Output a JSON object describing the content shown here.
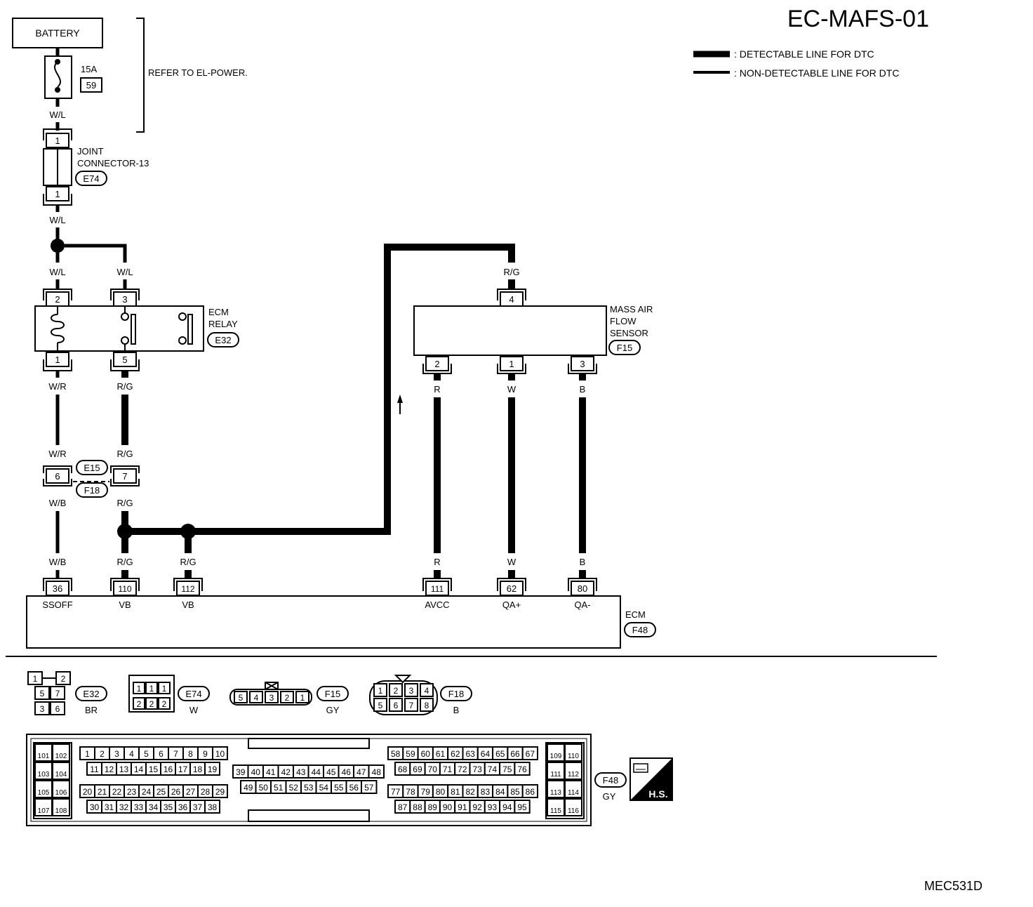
{
  "diagram_id": "EC-MAFS-01",
  "figure_code": "MEC531D",
  "legend": {
    "detectable": ": DETECTABLE LINE FOR DTC",
    "non_detectable": ": NON-DETECTABLE LINE FOR DTC"
  },
  "battery": "BATTERY",
  "fuse": {
    "rating": "15A",
    "number": "59"
  },
  "refer_note": "REFER TO EL-POWER.",
  "joint_connector": {
    "line1": "JOINT",
    "line2": "CONNECTOR-13",
    "id": "E74",
    "pin": "1"
  },
  "ecm_relay": {
    "line1": "ECM",
    "line2": "RELAY",
    "id": "E32",
    "pins": [
      "2",
      "3",
      "1",
      "5"
    ]
  },
  "maf_sensor": {
    "line1": "MASS AIR",
    "line2": "FLOW",
    "line3": "SENSOR",
    "id": "F15",
    "pins": [
      "4",
      "2",
      "1",
      "3"
    ]
  },
  "harness_connector": {
    "id_top": "E15",
    "id_bottom": "F18",
    "pins": [
      "6",
      "7"
    ]
  },
  "wires": {
    "wl": "W/L",
    "wr": "W/R",
    "wb": "W/B",
    "rg": "R/G",
    "r": "R",
    "w": "W",
    "b": "B"
  },
  "ecm": {
    "label": "ECM",
    "id": "F48",
    "pins": [
      {
        "num": "36",
        "name": "SSOFF"
      },
      {
        "num": "110",
        "name": "VB"
      },
      {
        "num": "112",
        "name": "VB"
      },
      {
        "num": "111",
        "name": "AVCC"
      },
      {
        "num": "62",
        "name": "QA+"
      },
      {
        "num": "80",
        "name": "QA-"
      }
    ]
  },
  "connector_views": {
    "e32": {
      "id": "E32",
      "color": "BR",
      "pins": [
        "1",
        "2",
        "5",
        "7",
        "3",
        "6"
      ]
    },
    "e74": {
      "id": "E74",
      "color": "W",
      "pins": [
        "1",
        "1",
        "1",
        "2",
        "2",
        "2"
      ]
    },
    "f15": {
      "id": "F15",
      "color": "GY",
      "pins": [
        "5",
        "4",
        "3",
        "2",
        "1"
      ]
    },
    "f18": {
      "id": "F18",
      "color": "B",
      "pins": [
        "1",
        "2",
        "3",
        "4",
        "5",
        "6",
        "7",
        "8"
      ]
    },
    "f48": {
      "id": "F48",
      "color": "GY",
      "badge": "H.S."
    }
  },
  "ecm_connector_pins": {
    "left_block": [
      [
        "101",
        "102"
      ],
      [
        "103",
        "104"
      ],
      [
        "105",
        "106"
      ],
      [
        "107",
        "108"
      ]
    ],
    "row1": [
      "1",
      "2",
      "3",
      "4",
      "5",
      "6",
      "7",
      "8",
      "9",
      "10"
    ],
    "row2": [
      "11",
      "12",
      "13",
      "14",
      "15",
      "16",
      "17",
      "18",
      "19"
    ],
    "row3": [
      "20",
      "21",
      "22",
      "23",
      "24",
      "25",
      "26",
      "27",
      "28",
      "29"
    ],
    "row4": [
      "30",
      "31",
      "32",
      "33",
      "34",
      "35",
      "36",
      "37",
      "38"
    ],
    "mid_row1": [
      "39",
      "40",
      "41",
      "42",
      "43",
      "44",
      "45",
      "46",
      "47",
      "48"
    ],
    "mid_row2": [
      "49",
      "50",
      "51",
      "52",
      "53",
      "54",
      "55",
      "56",
      "57"
    ],
    "right_row1": [
      "58",
      "59",
      "60",
      "61",
      "62",
      "63",
      "64",
      "65",
      "66",
      "67"
    ],
    "right_row2": [
      "68",
      "69",
      "70",
      "71",
      "72",
      "73",
      "74",
      "75",
      "76"
    ],
    "right_row3": [
      "77",
      "78",
      "79",
      "80",
      "81",
      "82",
      "83",
      "84",
      "85",
      "86"
    ],
    "right_row4": [
      "87",
      "88",
      "89",
      "90",
      "91",
      "92",
      "93",
      "94",
      "95"
    ],
    "right_block": [
      [
        "109",
        "110"
      ],
      [
        "111",
        "112"
      ],
      [
        "113",
        "114"
      ],
      [
        "115",
        "116"
      ]
    ]
  }
}
